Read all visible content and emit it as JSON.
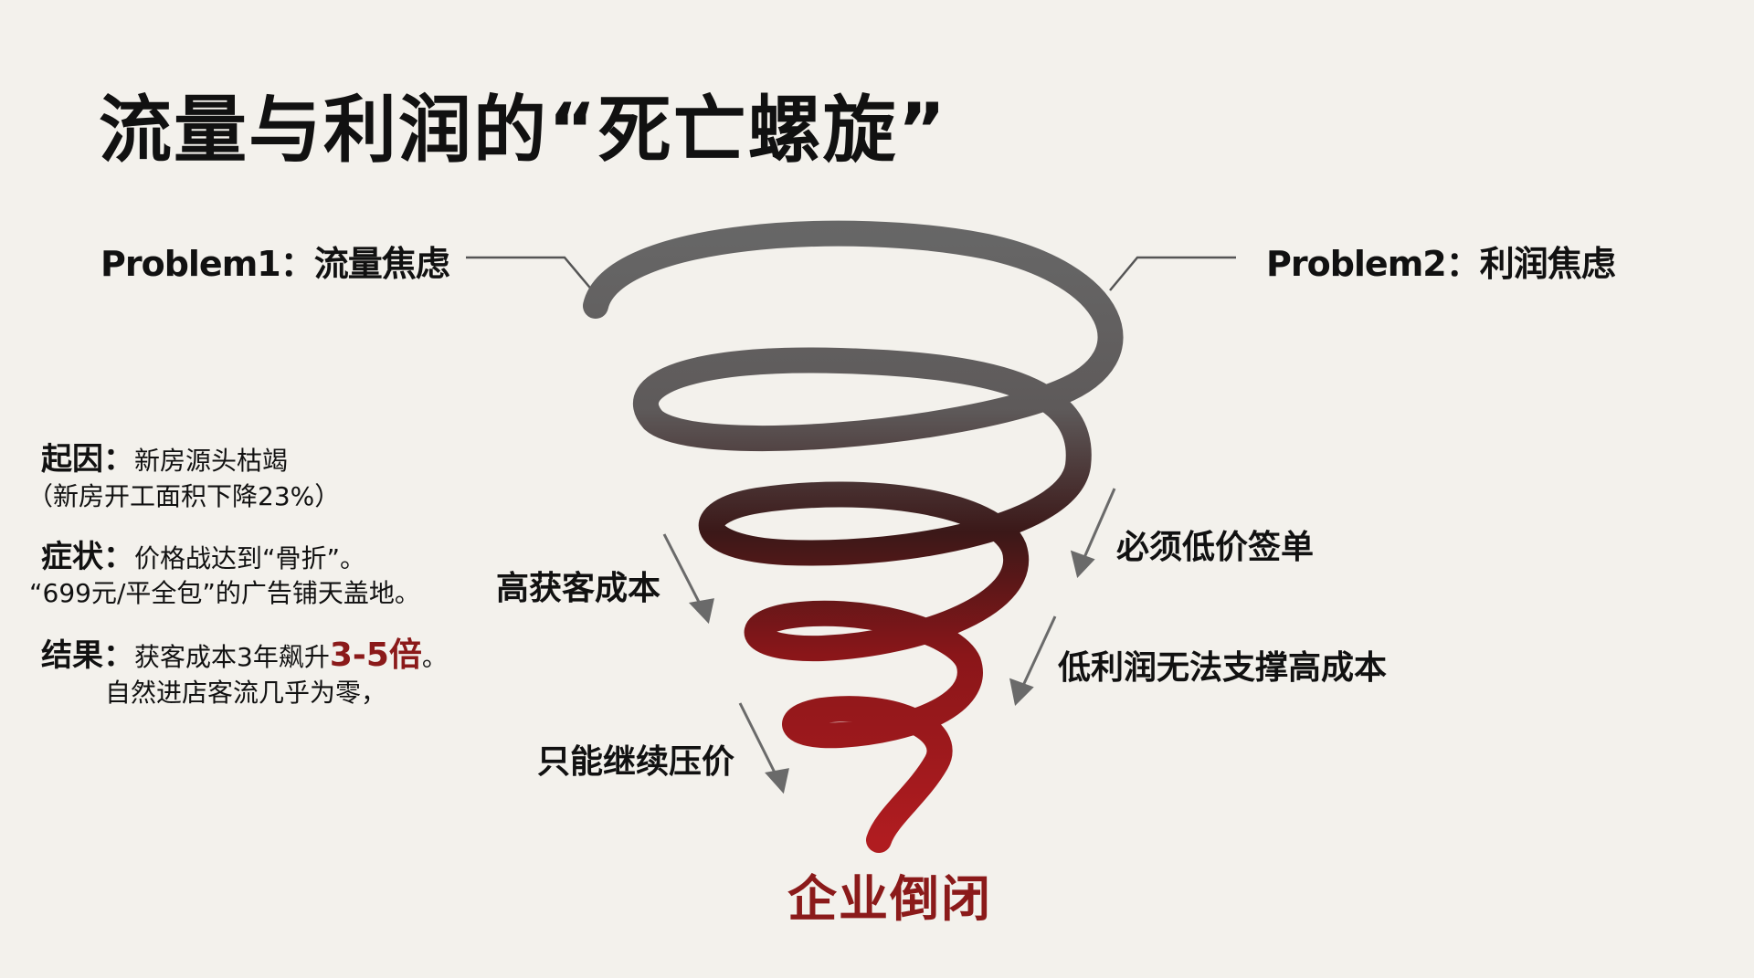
{
  "title": "流量与利润的“死亡螺旋”",
  "problems": [
    {
      "label": "Problem1：流量焦虑"
    },
    {
      "label": "Problem2：利润焦虑"
    }
  ],
  "items": [
    {
      "head": "起因：",
      "text": "新房源头枯竭",
      "line2": "（新房开工面积下降23%）"
    },
    {
      "head": "症状：",
      "text": "价格战达到“骨折”。",
      "line2": "“699元/平全包”的广告铺天盖地。"
    },
    {
      "head": "结果：",
      "text": "获客成本3年飙升",
      "highlight": "3-5倍",
      "suffix": "。",
      "line2": "自然进店客流几乎为零，"
    }
  ],
  "flow_labels": [
    {
      "text": "高获客成本"
    },
    {
      "text": "必须低价签单"
    },
    {
      "text": "低利润无法支撑高成本"
    },
    {
      "text": "只能继续压价"
    }
  ],
  "outcome": "企业倒闭",
  "colors": {
    "spiral_top": "#666666",
    "spiral_mid": "#3a1717",
    "spiral_bottom": "#a81a1e",
    "accent": "#8b1a1a"
  }
}
